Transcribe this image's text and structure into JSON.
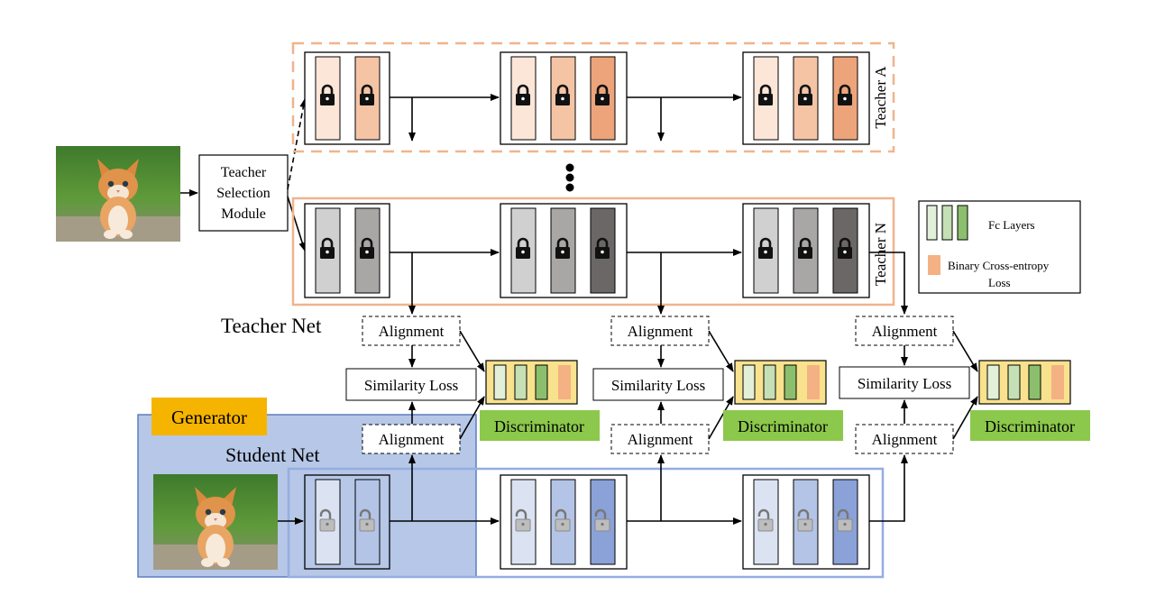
{
  "teacher_selection": {
    "label_lines": [
      "Teacher",
      "Selection",
      "Module"
    ]
  },
  "teacher_a": {
    "label": "Teacher A"
  },
  "teacher_n": {
    "label": "Teacher N"
  },
  "teacher_net_label": "Teacher Net",
  "student_net_label": "Student Net",
  "generator_label": "Generator",
  "alignment_label": "Alignment",
  "similarity_loss_label": "Similarity Loss",
  "discriminator_label": "Discriminator",
  "legend": {
    "fc_layers": "Fc Layers",
    "bce_loss_lines": [
      "Binary Cross-entropy",
      "Loss"
    ]
  },
  "colors": {
    "teacher_a_border": "#f0b48c",
    "teacher_n_border": "#f0b48c",
    "teacher_a_fills": [
      "#fbe6d8",
      "#f4c4a5",
      "#eda47a"
    ],
    "teacher_n_fills": [
      "#d0d0d0",
      "#a9a6a6",
      "#6b6767"
    ],
    "student_fills": [
      "#dbe3f3",
      "#b4c4e6",
      "#8aa2d8"
    ],
    "student_border": "#94aedf",
    "generator_fill": "#b6c7e7",
    "generator_border": "#5b7fbf",
    "generator_label_bg": "#f5b400",
    "discriminator_green": "#8cc84b",
    "discriminator_bg": "#f9e28e",
    "fc_fills": [
      "#e2f0d9",
      "#c5e0b4",
      "#8cbf6d"
    ],
    "bce_fill": "#f4b183"
  },
  "icons": [
    "lock-icon",
    "unlock-icon",
    "cat-image",
    "ellipsis-dots"
  ]
}
